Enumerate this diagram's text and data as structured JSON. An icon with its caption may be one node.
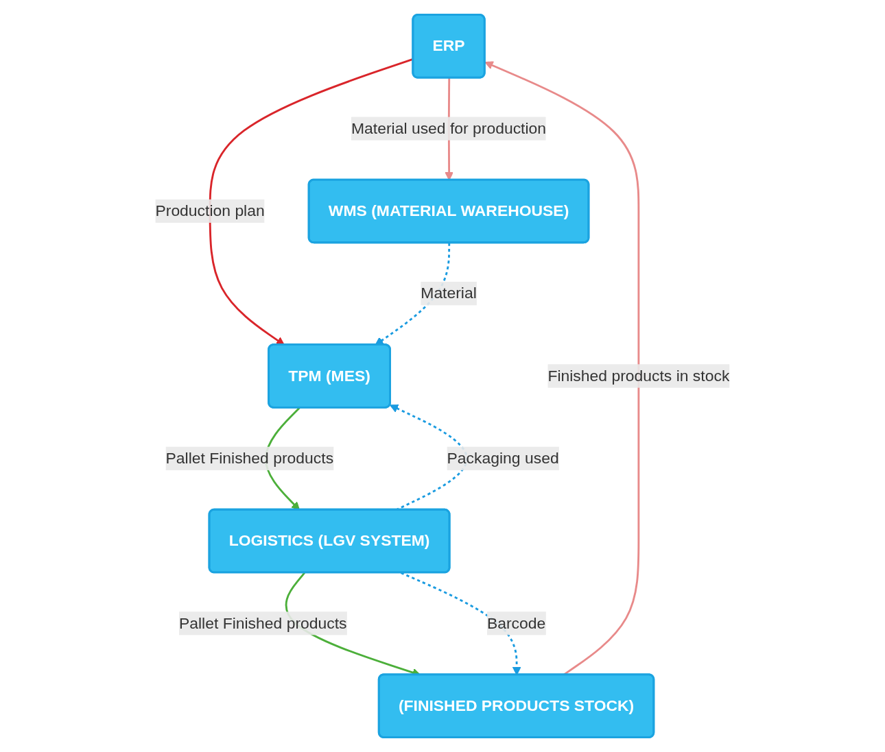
{
  "diagram": {
    "nodes": [
      {
        "text": [
          "ERP"
        ]
      },
      {
        "text": [
          "TPM (MES)"
        ]
      },
      {
        "text": [
          "WMS (MATERIAL WAREHOUSE)"
        ]
      },
      {
        "text": [
          "LOGISTICS (LGV SYSTEM)"
        ]
      },
      {
        "text": [
          "(FINISHED PRODUCTS STOCK)"
        ]
      }
    ],
    "edges": [
      {
        "from": 0,
        "to": 1,
        "arrow": "to",
        "label": "Production plan",
        "color": "#d9252a"
      },
      {
        "from": 0,
        "to": 2,
        "arrow": "to",
        "label": "Material used for production",
        "color": "#e88a8a"
      },
      {
        "from": 2,
        "to": 1,
        "arrow": "to",
        "label": "Material",
        "style": "dashed",
        "color": "#1a9be0"
      },
      {
        "from": 3,
        "to": 1,
        "arrow": "to",
        "label": "Packaging used",
        "style": "dashed",
        "color": "#1a9be0"
      },
      {
        "from": 1,
        "to": 3,
        "arrow": "to",
        "label": "Pallet Finished products",
        "color": "#4caf3a"
      },
      {
        "from": 3,
        "to": 4,
        "arrow": "to",
        "label": "Pallet Finished products",
        "color": "#4caf3a"
      },
      {
        "from": 3,
        "to": 4,
        "arrow": "to",
        "label": "Barcode",
        "style": "dashed",
        "color": "#1a9be0"
      },
      {
        "from": 4,
        "to": 0,
        "arrow": "to",
        "label": "Finished products in stock",
        "color": "#e88a8a"
      }
    ]
  }
}
